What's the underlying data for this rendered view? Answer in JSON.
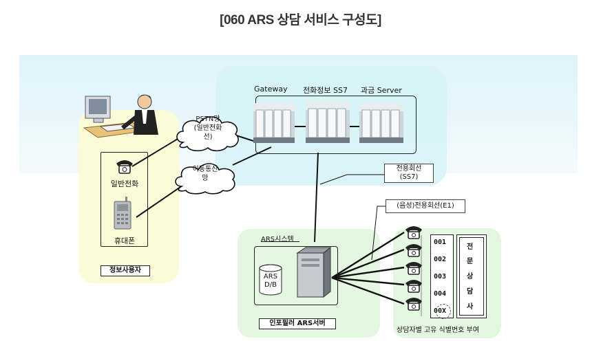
{
  "title": "[060 ARS 상담 서비스 구성도]",
  "network": {
    "gateway_label": "Gateway",
    "ss7_label": "전화정보 SS7",
    "billing_label": "과금 Server",
    "pstn_cloud": [
      "PSTN망",
      "(일반전화",
      "선)"
    ],
    "mobile_cloud": [
      "이동통신",
      "망"
    ],
    "dedicated_line": [
      "전용회선",
      "(SS7)"
    ],
    "voice_line": "(음성)전용회선(E1)"
  },
  "user": {
    "landline_label": "일반전화",
    "mobile_label": "휴대폰",
    "zone_label": "정보사용자"
  },
  "ars": {
    "system_label": "ARS시스템",
    "db_label": [
      "ARS",
      "D/B"
    ],
    "zone_label": "인포필러 ARS서버"
  },
  "agents": {
    "numbers": [
      "001",
      "002",
      "003",
      "004",
      "00X"
    ],
    "vertical_label": [
      "전",
      "문",
      "상",
      "담",
      "사"
    ],
    "caption": "상담자별 고유 식별번호 부여"
  },
  "colors": {
    "sky": "#dff3fb",
    "network_zone": "#d8f3f7",
    "user_zone": "#fcfbd8",
    "ars_zone": "#e4f7e0"
  }
}
